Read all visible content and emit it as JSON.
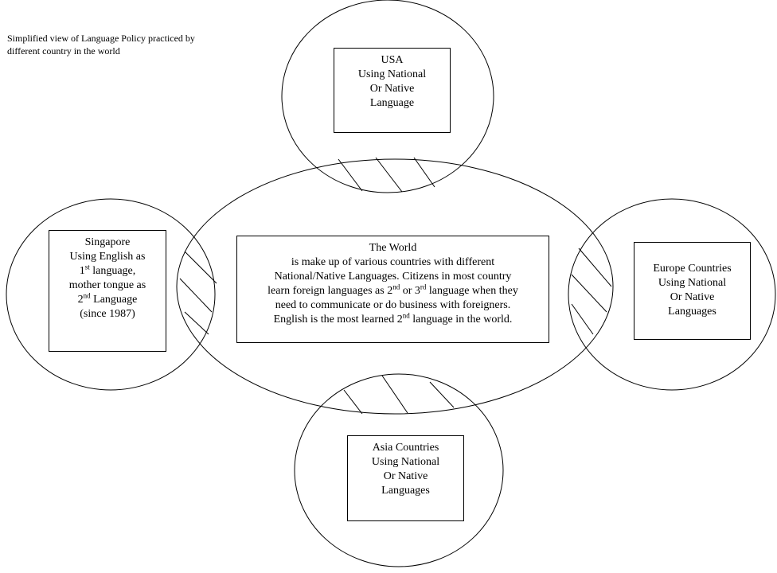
{
  "title": [
    "Simplified view of Language Policy practiced by",
    "different country in the world"
  ],
  "usa": [
    "USA",
    "Using National",
    "Or Native",
    "Language"
  ],
  "singapore": {
    "l1": "Singapore",
    "l2": "Using English as",
    "l3_num": "1",
    "l3_sup": "st",
    "l3_rest": " language,",
    "l4": "mother tongue as",
    "l5_num": "2",
    "l5_sup": "nd",
    "l5_rest": " Language",
    "l6": "(since 1987)"
  },
  "world": {
    "l1": "The World",
    "l2": "is make up of various countries with different",
    "l3": "National/Native Languages. Citizens in most country",
    "l4_a": "learn foreign languages as 2",
    "l4_sup1": "nd",
    "l4_b": " or 3",
    "l4_sup2": "rd",
    "l4_c": " language when they",
    "l5": "need to communicate or do business with foreigners.",
    "l6_a": "English is the most learned 2",
    "l6_sup": "nd",
    "l6_b": " language in the world."
  },
  "europe": [
    "Europe Countries",
    "Using National",
    "Or Native",
    "Languages"
  ],
  "asia": [
    "Asia Countries",
    "Using National",
    "Or Native",
    "Languages"
  ]
}
